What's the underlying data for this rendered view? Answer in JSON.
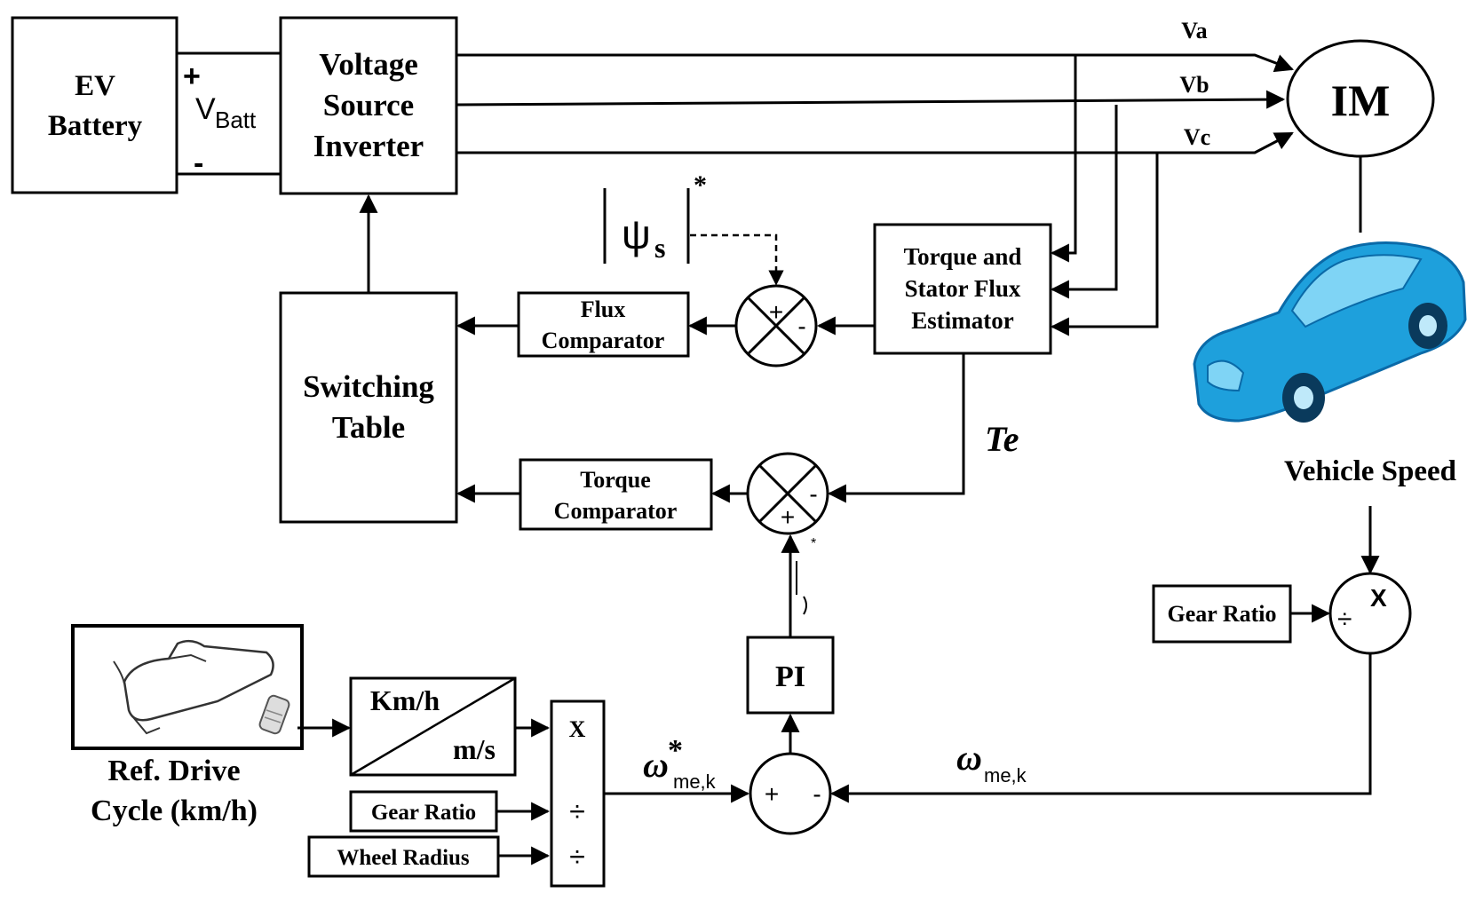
{
  "blocks": {
    "battery": [
      "EV",
      "Battery"
    ],
    "vbatt_plus": "+",
    "vbatt_v": "V",
    "vbatt_sub": "Batt",
    "vbatt_minus": "-",
    "vsi": [
      "Voltage",
      "Source",
      "Inverter"
    ],
    "im": "IM",
    "va": "Va",
    "vb": "Vb",
    "vc": "Vc",
    "estimator": [
      "Torque and",
      "Stator Flux",
      "Estimator"
    ],
    "psi_symbol": "ψ",
    "psi_sub": "s",
    "psi_star": "*",
    "flux_comp": [
      "Flux",
      "Comparator"
    ],
    "switching": [
      "Switching",
      "Table"
    ],
    "torque_comp": [
      "Torque",
      "Comparator"
    ],
    "te": "Te",
    "pi": "PI",
    "vehicle_speed": "Vehicle Speed",
    "gear_ratio_right": "Gear Ratio",
    "mult_div_x": "X",
    "mult_div_div": "÷",
    "drive_cycle": [
      "Ref. Drive",
      "Cycle (km/h)"
    ],
    "kmh": "Km/h",
    "ms": "m/s",
    "x_label": "X",
    "div1": "÷",
    "div2": "÷",
    "gear_ratio_left": "Gear Ratio",
    "wheel_radius": "Wheel Radius",
    "omega_ref": "ω",
    "omega_ref_star": "*",
    "omega_ref_sub": "me,k",
    "omega": "ω",
    "omega_sub": "me,k",
    "sum_plus": "+",
    "sum_minus": "-"
  },
  "colors": {
    "car_body": "#1ea0dc",
    "car_dark": "#0a6aa8",
    "car_light": "#7fd4f5"
  }
}
